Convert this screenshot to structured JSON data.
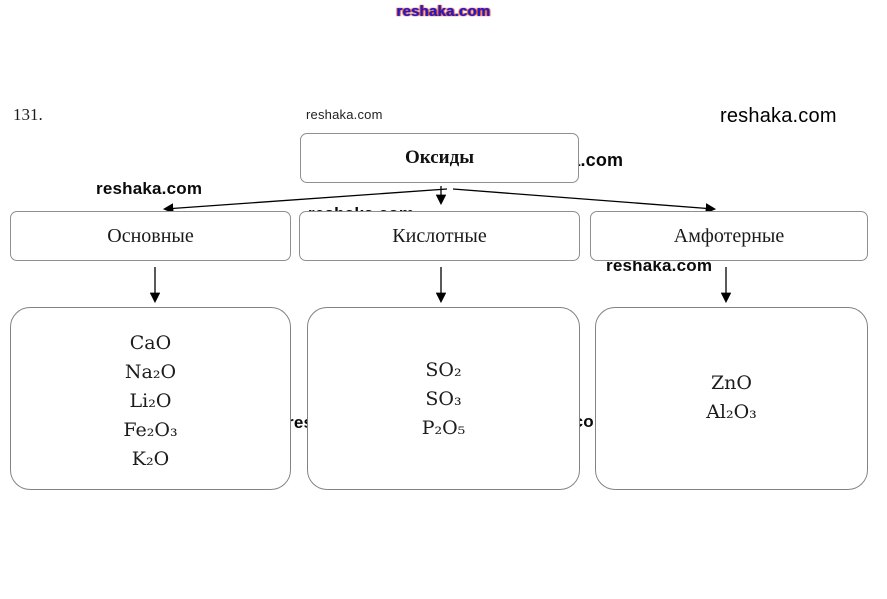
{
  "watermark": "reshaka.com",
  "page": {
    "figure_number": "131."
  },
  "diagram": {
    "root_label": "Оксиды",
    "categories": [
      {
        "label": "Основные",
        "formulas": [
          "CaO",
          "Na₂O",
          "Li₂O",
          "Fe₂O₃",
          "K₂O"
        ]
      },
      {
        "label": "Кислотные",
        "formulas": [
          "SO₂",
          "SO₃",
          "P₂O₅"
        ]
      },
      {
        "label": "Амфотерные",
        "formulas": [
          "ZnO",
          "Al₂O₃"
        ]
      }
    ]
  }
}
